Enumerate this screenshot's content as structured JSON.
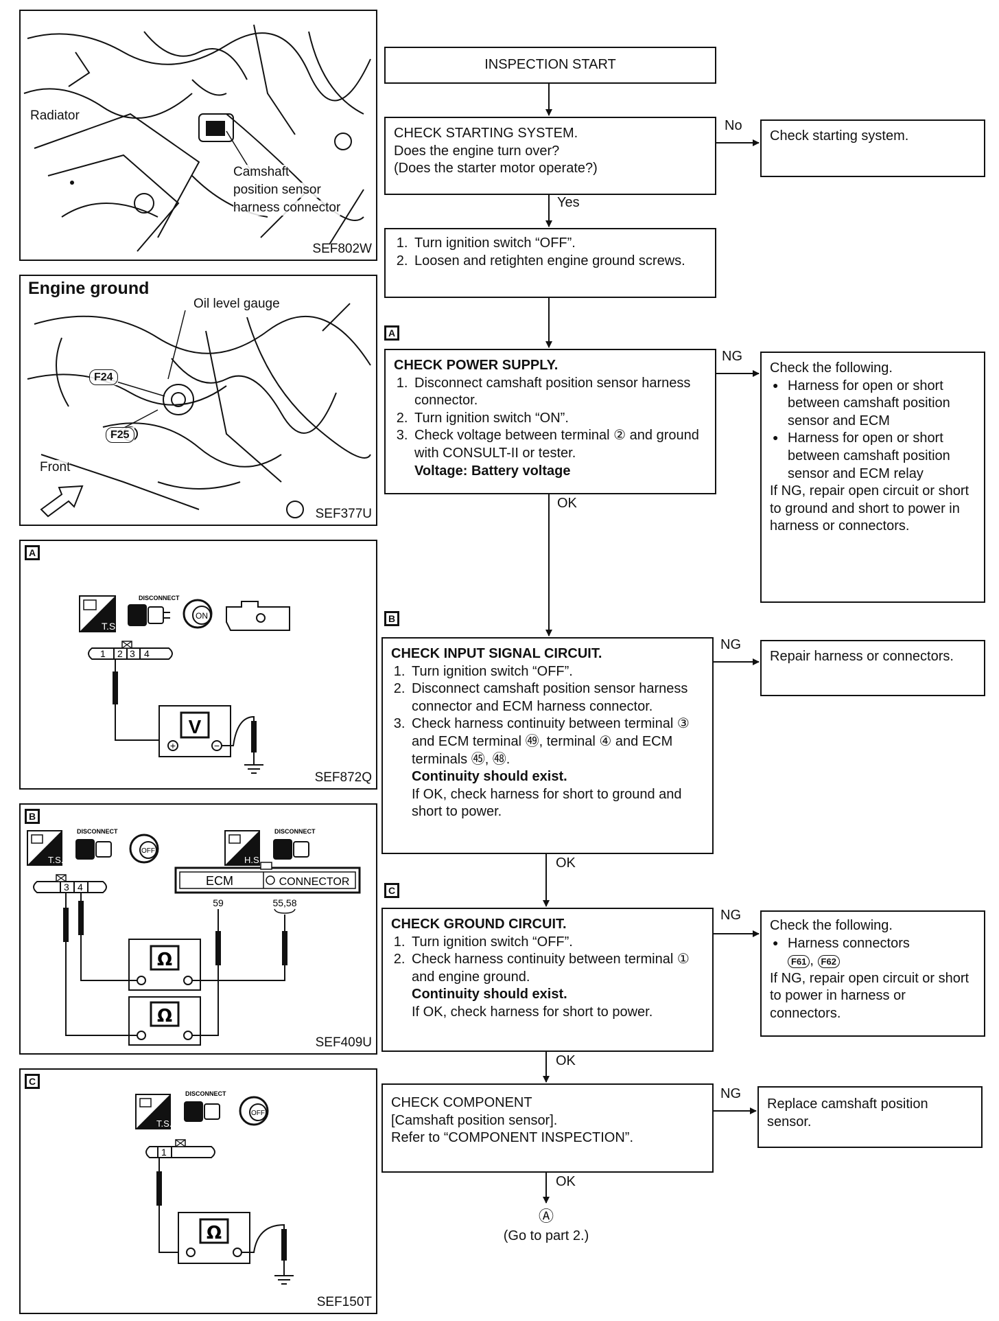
{
  "figures": {
    "fig1": {
      "labels": [
        "Radiator",
        "Camshaft",
        "position sensor",
        "harness connector"
      ],
      "code": "SEF802W"
    },
    "fig2": {
      "title": "Engine ground",
      "labels": [
        "Oil level gauge",
        "F24",
        "F25",
        "Front"
      ],
      "code": "SEF377U"
    },
    "figA": {
      "tag": "A",
      "disconnect": "DISCONNECT",
      "ts": "T.S.",
      "on": "ON",
      "pins": [
        "1",
        "2",
        "3",
        "4"
      ],
      "meter": "V",
      "code": "SEF872Q"
    },
    "figB": {
      "tag": "B",
      "disconnect": "DISCONNECT",
      "ts": "T.S.",
      "hs": "H.S.",
      "off": "OFF",
      "pins": [
        "3",
        "4"
      ],
      "ecm": "ECM",
      "connector": "CONNECTOR",
      "pin_a": "59",
      "pin_b": "55,58",
      "meter": "Ω",
      "code": "SEF409U"
    },
    "figC": {
      "tag": "C",
      "disconnect": "DISCONNECT",
      "ts": "T.S.",
      "off": "OFF",
      "pins": [
        "1"
      ],
      "meter": "Ω",
      "code": "SEF150T"
    }
  },
  "flow": {
    "start": "INSPECTION START",
    "step1": {
      "title": "CHECK STARTING SYSTEM.",
      "lines": [
        "Does the engine turn over?",
        "(Does the starter motor operate?)"
      ],
      "no": "No",
      "yes": "Yes",
      "result": "Check starting system."
    },
    "step2": {
      "items": [
        "Turn ignition switch “OFF”.",
        "Loosen and retighten engine ground screws."
      ]
    },
    "stepA": {
      "tag": "A",
      "title": "CHECK POWER SUPPLY.",
      "items": [
        "Disconnect camshaft position sensor harness connector.",
        "Turn ignition switch “ON”.",
        "Check voltage between terminal ② and ground with CONSULT-II or tester."
      ],
      "spec": "Voltage: Battery voltage",
      "ng": "NG",
      "ok": "OK",
      "result_title": "Check the following.",
      "result_items": [
        "Harness for open or short between camshaft position sensor and ECM",
        "Harness for open or short between camshaft position sensor and ECM relay"
      ],
      "result_tail": "If NG, repair open circuit or short to ground and short to power in harness or connectors."
    },
    "stepB": {
      "tag": "B",
      "title": "CHECK INPUT SIGNAL CIRCUIT.",
      "items": [
        "Turn ignition switch “OFF”.",
        "Disconnect camshaft position sensor harness connector and ECM harness connector.",
        "Check harness continuity between terminal ③ and ECM terminal ㊾, terminal ④ and ECM terminals ㊺, ㊽."
      ],
      "spec": "Continuity should exist.",
      "tail": "If OK, check harness for short to ground and short to power.",
      "ng": "NG",
      "ok": "OK",
      "result": "Repair harness or connectors."
    },
    "stepC": {
      "tag": "C",
      "title": "CHECK GROUND CIRCUIT.",
      "items": [
        "Turn ignition switch “OFF”.",
        "Check harness continuity between terminal ① and engine ground."
      ],
      "spec": "Continuity should exist.",
      "tail": "If OK, check harness for short to power.",
      "ng": "NG",
      "ok": "OK",
      "result_title": "Check the following.",
      "result_item": "Harness connectors",
      "connectors": [
        "F61",
        "F62"
      ],
      "result_tail": "If NG, repair open circuit or short to power in harness or connectors."
    },
    "step_comp": {
      "title": "CHECK COMPONENT",
      "lines": [
        "[Camshaft position sensor].",
        "Refer to “COMPONENT INSPECTION”."
      ],
      "ng": "NG",
      "ok": "OK",
      "result": "Replace camshaft position sensor."
    },
    "end": {
      "symbol": "Ⓐ",
      "text": "(Go to part 2.)"
    }
  }
}
